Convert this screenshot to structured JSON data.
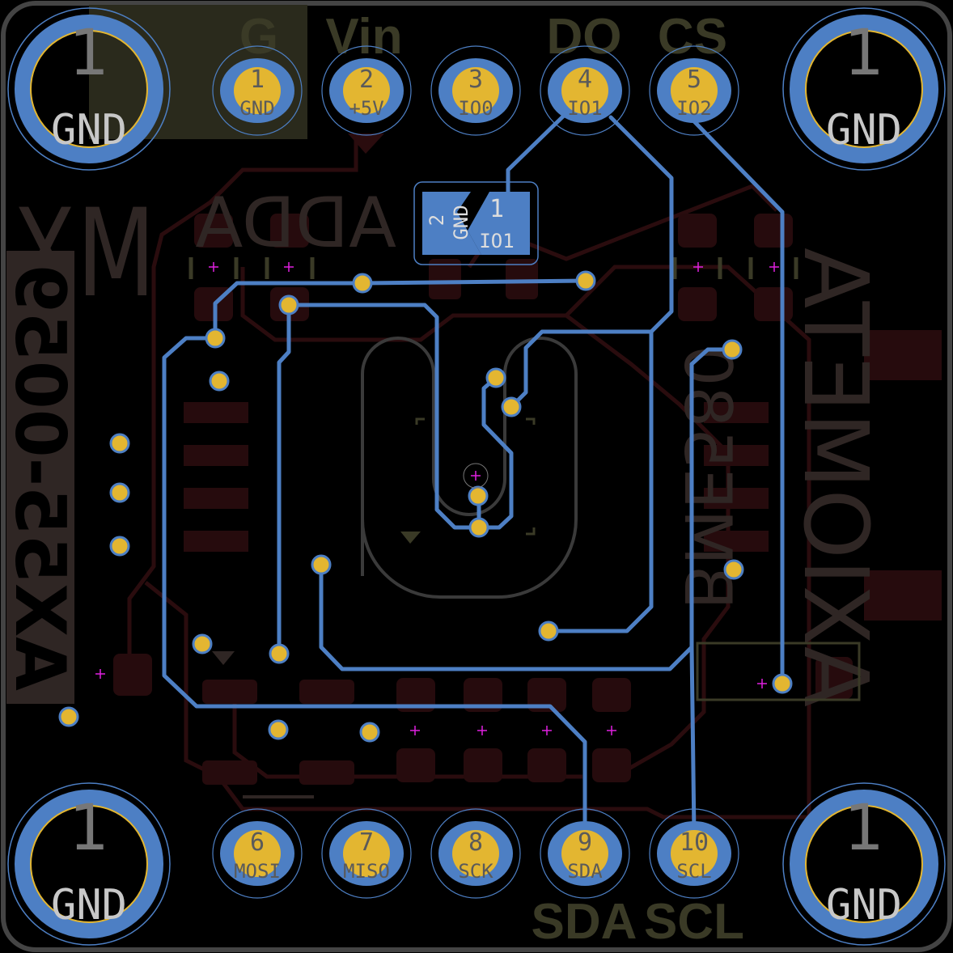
{
  "board": {
    "colors": {
      "background": "#000000",
      "top_copper": "#4d7fc4",
      "bottom_copper": "#260b0d",
      "pad_drill": "#e3b631",
      "silkscreen": "#2f2624",
      "fab": "#3a3a26"
    },
    "mounting_holes": [
      {
        "number": "1",
        "net": "GND"
      },
      {
        "number": "1",
        "net": "GND"
      },
      {
        "number": "1",
        "net": "GND"
      },
      {
        "number": "1",
        "net": "GND"
      }
    ],
    "top_header": [
      {
        "number": "1",
        "net": "GND"
      },
      {
        "number": "2",
        "net": "+5V"
      },
      {
        "number": "3",
        "net": "IO0"
      },
      {
        "number": "4",
        "net": "IO1"
      },
      {
        "number": "5",
        "net": "IO2"
      }
    ],
    "bottom_header": [
      {
        "number": "6",
        "net": "MOSI"
      },
      {
        "number": "7",
        "net": "MISO"
      },
      {
        "number": "8",
        "net": "SCK"
      },
      {
        "number": "9",
        "net": "SDA"
      },
      {
        "number": "10",
        "net": "SCL"
      }
    ],
    "top_labels": [
      "G",
      "Vin",
      "DO",
      "CS"
    ],
    "bottom_labels": [
      "SDA",
      "SCL"
    ],
    "jumper": {
      "pad2_number": "2",
      "pad2_net": "GND",
      "pad1_number": "1",
      "pad1_net": "IO1"
    },
    "silkscreen": {
      "addr": "ADDA",
      "logo": "MX",
      "part_number": "AX55-0059",
      "sensor": "BME580",
      "brand": "AXIOMETA"
    }
  }
}
